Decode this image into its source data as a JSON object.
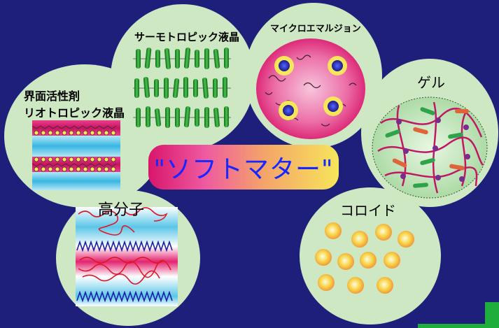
{
  "title": "\"ソフトマター\"",
  "bubbles": {
    "thermotropic": "サーモトロピック液晶",
    "microemulsion": "マイクロエマルジョン",
    "surfactant_line1": "界面活性剤",
    "surfactant_line2": "リオトロピック液晶",
    "gel": "ゲル",
    "polymer": "高分子",
    "colloid": "コロイド"
  },
  "colors": {
    "background": "#1d1f7a",
    "bubble": "#cfe8c4",
    "title_text": "#1728ff",
    "corner_accent": "#1fae3b"
  }
}
